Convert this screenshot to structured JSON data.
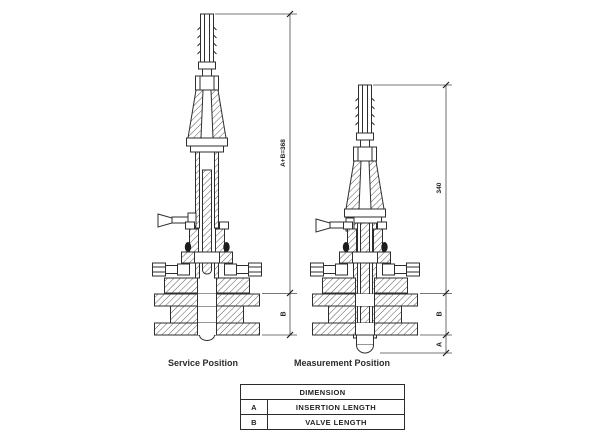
{
  "drawings": {
    "service": {
      "caption": "Service Position",
      "total_dim": "A+B=368",
      "valve_dim": "B"
    },
    "measurement": {
      "caption": "Measurement Position",
      "total_dim": "340",
      "valve_dim": "B",
      "insertion_dim": "A"
    }
  },
  "table": {
    "header": "DIMENSION",
    "rows": [
      {
        "key": "A",
        "label": "INSERTION LENGTH"
      },
      {
        "key": "B",
        "label": "VALVE LENGTH"
      }
    ]
  },
  "colors": {
    "line": "#2e2e2e",
    "dimension_line": "#4a4a4a",
    "text": "#232323",
    "background": "#ffffff"
  }
}
